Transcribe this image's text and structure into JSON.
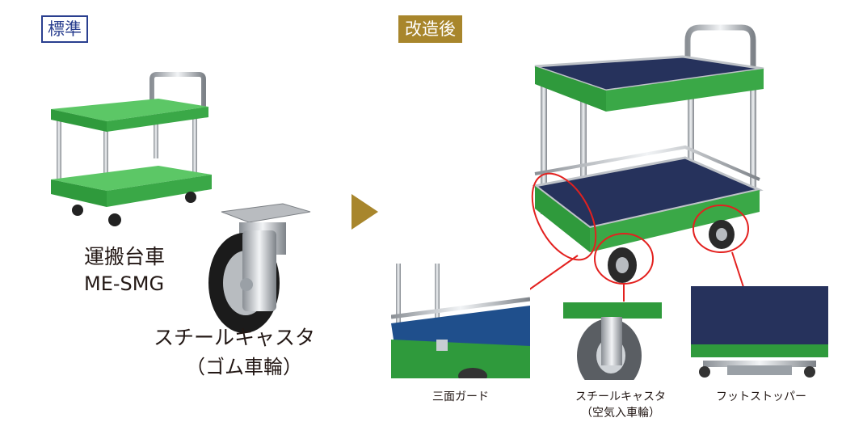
{
  "standard": {
    "tag": "標準",
    "cart_name": "運搬台車",
    "model": "ME-SMG",
    "caster_name": "スチールキャスタ",
    "caster_sub": "（ゴム車輪）"
  },
  "modified": {
    "tag": "改造後",
    "details": [
      {
        "label": "三面ガード"
      },
      {
        "label": "スチールキャスタ",
        "sub": "（空気入車輪）"
      },
      {
        "label": "フットストッパー"
      }
    ]
  },
  "colors": {
    "standard_tag": "#2a3f8f",
    "modified_tag": "#a8862c",
    "cart_green": "#2f9a3c",
    "mat_navy": "#26325c",
    "highlight_red": "#e3211f",
    "arrow": "#a8862c"
  }
}
